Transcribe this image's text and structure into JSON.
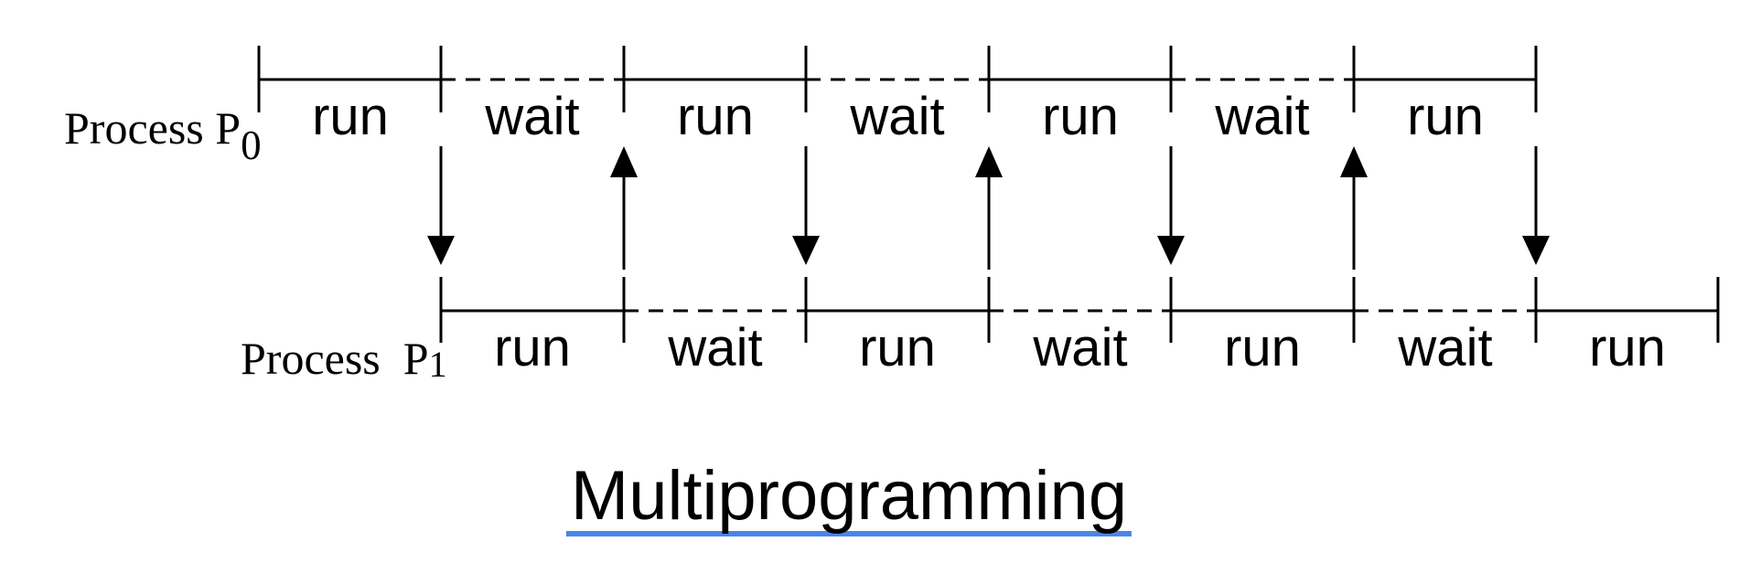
{
  "title": "Multiprogramming",
  "colors": {
    "ink": "#000000",
    "title_underline": "#4a86e8",
    "background": "#ffffff"
  },
  "process_p0": {
    "name": "Process P",
    "subscript": "0",
    "segments": [
      "run",
      "wait",
      "run",
      "wait",
      "run",
      "wait",
      "run"
    ]
  },
  "process_p1": {
    "name": "Process  P",
    "subscript": "1",
    "segments": [
      "run",
      "wait",
      "run",
      "wait",
      "run",
      "wait",
      "run"
    ]
  },
  "context_switch_arrows": [
    "down",
    "up",
    "down",
    "up",
    "down",
    "up",
    "down"
  ]
}
